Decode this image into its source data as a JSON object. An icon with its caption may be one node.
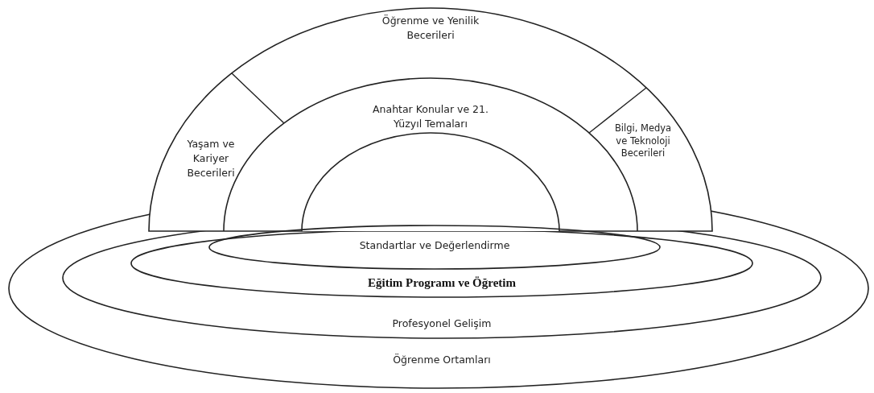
{
  "diagram": {
    "nodes": [
      {
        "text": [
          "Öğrenme ve Yenilik Becerileri"
        ]
      },
      {
        "text": [
          "Yaşam ve Kariyer Becerileri"
        ]
      },
      {
        "text": [
          "Anahtar Konular ve 21. Yüzyıl Temaları"
        ]
      },
      {
        "text": [
          "Bilgi, Medya ve Teknoloji Becerileri"
        ]
      },
      {
        "text": [
          "Standartlar ve Değerlendirme"
        ]
      },
      {
        "text": [
          "Eğitim Programı ve Öğretim"
        ]
      },
      {
        "text": [
          "Profesyonel Gelişim"
        ]
      },
      {
        "text": [
          "Öğrenme Ortamları"
        ]
      }
    ]
  }
}
